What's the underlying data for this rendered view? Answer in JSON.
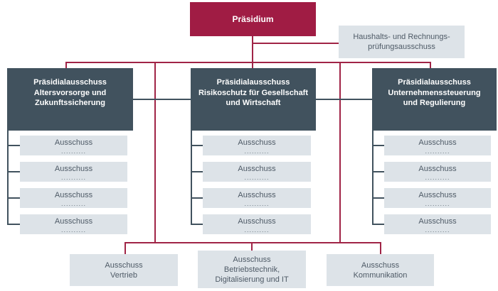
{
  "palette": {
    "maroon": "#a01c44",
    "line_maroon": "#a02446",
    "slate": "#41525e",
    "light_box": "#dde3e8",
    "light_text": "#4e5a66"
  },
  "praesidium": {
    "label": "Präsidium"
  },
  "audit_committee": {
    "line1": "Haushalts- und Rechnungs-",
    "line2": "prüfungsausschuss"
  },
  "columns": [
    {
      "title_lines": [
        "Präsidialausschuss",
        "Altersvorsorge und",
        "Zukunftssicherung"
      ],
      "children": [
        {
          "label": "Ausschuss",
          "dots": ".........."
        },
        {
          "label": "Ausschuss",
          "dots": ".........."
        },
        {
          "label": "Ausschuss",
          "dots": ".........."
        },
        {
          "label": "Ausschuss",
          "dots": ".........."
        }
      ]
    },
    {
      "title_lines": [
        "Präsidialausschuss",
        "Risikoschutz für Gesellschaft",
        "und Wirtschaft"
      ],
      "children": [
        {
          "label": "Ausschuss",
          "dots": ".........."
        },
        {
          "label": "Ausschuss",
          "dots": ".........."
        },
        {
          "label": "Ausschuss",
          "dots": ".........."
        },
        {
          "label": "Ausschuss",
          "dots": ".........."
        }
      ]
    },
    {
      "title_lines": [
        "Präsidialausschuss",
        "Unternehmenssteuerung",
        "und Regulierung"
      ],
      "children": [
        {
          "label": "Ausschuss",
          "dots": ".........."
        },
        {
          "label": "Ausschuss",
          "dots": ".........."
        },
        {
          "label": "Ausschuss",
          "dots": ".........."
        },
        {
          "label": "Ausschuss",
          "dots": ".........."
        }
      ]
    }
  ],
  "bottom_committees": [
    {
      "lines": [
        "Ausschuss",
        "Vertrieb"
      ]
    },
    {
      "lines": [
        "Ausschuss",
        "Betriebstechnik,",
        "Digitalisierung und IT"
      ]
    },
    {
      "lines": [
        "Ausschuss",
        "Kommunikation"
      ]
    }
  ]
}
